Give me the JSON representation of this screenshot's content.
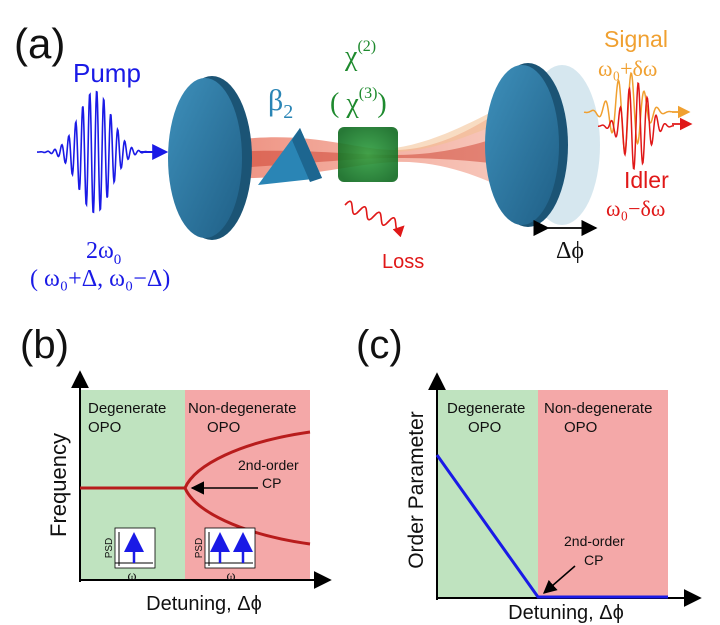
{
  "panel_a": {
    "label": "(a)",
    "pump_label": "Pump",
    "pump_freq": "2ω",
    "pump_freq_sub": "0",
    "pump_pair": "( ω₀+Δ, ω₀−Δ)",
    "beta_label": "β",
    "beta_sub": "2",
    "chi2_label": "χ",
    "chi2_sup": "(2)",
    "chi3_open": "( χ",
    "chi3_sup": "(3)",
    "chi3_close": ")",
    "loss_label": "Loss",
    "signal_label": "Signal",
    "signal_freq": "ω₀+δω",
    "idler_label": "Idler",
    "idler_freq": "ω₀−δω",
    "delta_phi": "Δϕ",
    "colors": {
      "pump": "#1a1ae6",
      "green": "#1e8a2e",
      "signal": "#f0a030",
      "idler": "#e01818",
      "mirror": "#2f7fa8",
      "beam": "#e85a40"
    }
  },
  "panel_b": {
    "label": "(b)",
    "y_label": "Frequency",
    "x_label": "Detuning, Δϕ",
    "region_left": [
      "Degenerate",
      "OPO"
    ],
    "region_right": [
      "Non-degenerate",
      "OPO"
    ],
    "cp_label_top": "2nd-order",
    "cp_label_bottom": "CP",
    "inset_y": "PSD",
    "inset_x": "ω",
    "colors": {
      "left_region": "#bfe3bf",
      "right_region": "#f4a8a8",
      "curve": "#b81c1c",
      "inset_line": "#1a1ae6"
    }
  },
  "panel_c": {
    "label": "(c)",
    "y_label": "Order Parameter",
    "x_label": "Detuning, Δϕ",
    "region_left": [
      "Degenerate",
      "OPO"
    ],
    "region_right": [
      "Non-degenerate",
      "OPO"
    ],
    "cp_label_top": "2nd-order",
    "cp_label_bottom": "CP",
    "colors": {
      "left_region": "#bfe3bf",
      "right_region": "#f4a8a8",
      "line": "#1a1ae6"
    }
  }
}
